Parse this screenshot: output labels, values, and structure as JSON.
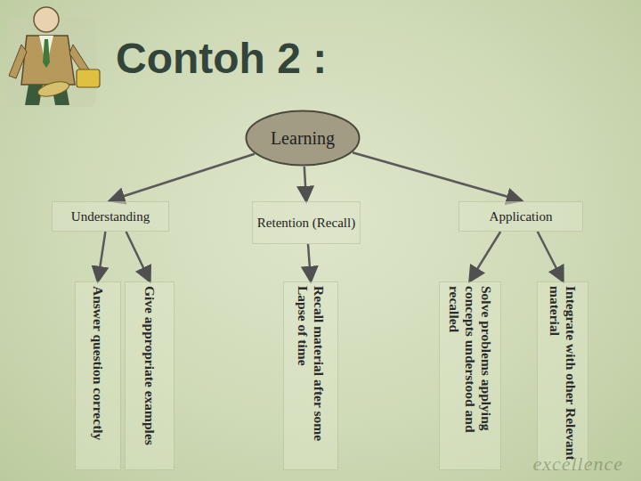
{
  "diagram": {
    "title": "Contoh 2 :",
    "nodes": [
      {
        "text": [
          "Learning"
        ]
      },
      {
        "text": [
          "Understanding"
        ]
      },
      {
        "text": [
          "Retention (Recall)"
        ]
      },
      {
        "text": [
          "Application"
        ]
      },
      {
        "text": [
          "Answer question correctly"
        ]
      },
      {
        "text": [
          "Give appropriate examples"
        ]
      },
      {
        "text": [
          "Recall material after some Lapse of time"
        ]
      },
      {
        "text": [
          "Solve problems applying concepts understood and recalled"
        ]
      },
      {
        "text": [
          "Integrate with other Relevant material"
        ]
      }
    ],
    "edges": [
      {
        "from": 0,
        "to": 1,
        "arrow": "to"
      },
      {
        "from": 0,
        "to": 2,
        "arrow": "to"
      },
      {
        "from": 0,
        "to": 3,
        "arrow": "to"
      },
      {
        "from": 1,
        "to": 4,
        "arrow": "to"
      },
      {
        "from": 1,
        "to": 5,
        "arrow": "to"
      },
      {
        "from": 2,
        "to": 6,
        "arrow": "to"
      },
      {
        "from": 3,
        "to": 7,
        "arrow": "to"
      },
      {
        "from": 3,
        "to": 8,
        "arrow": "to"
      }
    ],
    "labels": [
      "excellence"
    ]
  }
}
